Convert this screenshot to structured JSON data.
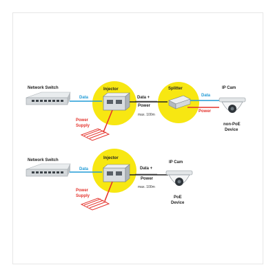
{
  "colors": {
    "data": "#1f9ad6",
    "power": "#e4322b",
    "node_highlight": "#f7e712",
    "device_gray": "#cfd3d6"
  },
  "diagram_top": {
    "switch_label": "Network Switch",
    "data_label": "Data",
    "injector_label": "Injector",
    "data_power_line1": "Data +",
    "data_power_line2": "Power",
    "distance_label": "max. 100m",
    "splitter_label": "Splitter",
    "out_data_label": "Data",
    "out_power_label": "Power",
    "camera_label": "IP Cam",
    "device_line1": "non-PoE",
    "device_line2": "Device",
    "power_supply_line1": "Power",
    "power_supply_line2": "Supply"
  },
  "diagram_bottom": {
    "switch_label": "Network Switch",
    "data_label": "Data",
    "injector_label": "Injector",
    "data_power_line1": "Data +",
    "data_power_line2": "Power",
    "distance_label": "max. 100m",
    "camera_label": "IP Cam",
    "device_line1": "PoE",
    "device_line2": "Device",
    "power_supply_line1": "Power",
    "power_supply_line2": "Supply"
  }
}
